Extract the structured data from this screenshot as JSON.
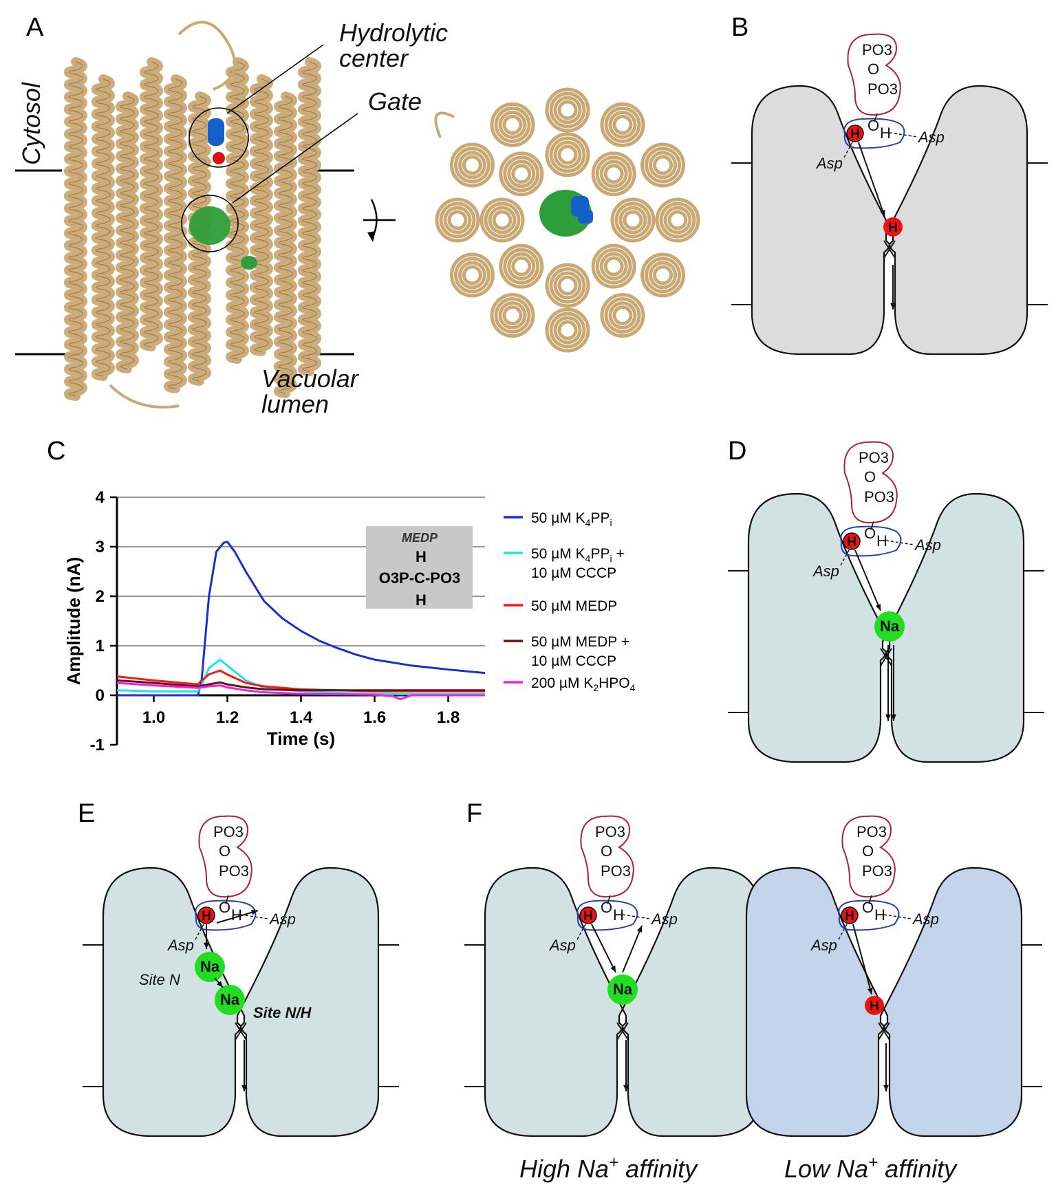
{
  "panels": {
    "A": {
      "label": "A",
      "cytosol": "Cytosol",
      "hydrolytic_line1": "Hydrolytic",
      "hydrolytic_line2": "center",
      "gate": "Gate",
      "vacuolar_line1": "Vacuolar",
      "vacuolar_line2": "lumen"
    },
    "B": {
      "label": "B"
    },
    "C": {
      "label": "C"
    },
    "D": {
      "label": "D"
    },
    "E": {
      "label": "E",
      "site_n": "Site N",
      "site_nh": "Site N/H"
    },
    "F": {
      "label": "F",
      "left_caption_pre": "High Na",
      "right_caption_pre": "Low Na",
      "caption_sup": "+",
      "caption_post": " affinity"
    }
  },
  "labels": {
    "po3": "PO3",
    "o": "O",
    "h": "H",
    "oh_o": "O",
    "asp": "Asp",
    "na": "Na"
  },
  "colors": {
    "channel_gray": "#dcdcdc",
    "channel_teal": "#d2e2e2",
    "channel_blue": "#c4d4ea",
    "ppi_outline": "#b0203a",
    "oh_outline": "#2a3fb0",
    "proton_red": "#ee1111",
    "sodium_green": "#22dd22",
    "protein_tan": "#c9a873",
    "ligand_blue": "#1560c8",
    "gate_green": "#2e9e3a"
  },
  "chart_data": {
    "type": "line",
    "xlabel": "Time (s)",
    "ylabel": "Amplitude (nA)",
    "xlim": [
      0.9,
      1.9
    ],
    "ylim": [
      -1,
      4
    ],
    "xticks": [
      "1.0",
      "1.2",
      "1.4",
      "1.6",
      "1.8"
    ],
    "xtick_values": [
      1.0,
      1.2,
      1.4,
      1.6,
      1.8
    ],
    "yticks": [
      "4",
      "3",
      "2",
      "1",
      "0",
      "-1"
    ],
    "ytick_values": [
      4,
      3,
      2,
      1,
      0,
      -1
    ],
    "grid": "horizontal",
    "legend_position": "right",
    "inset": {
      "title": "MEDP",
      "top": "H",
      "middle": "O3P-C-PO3",
      "bottom": "H"
    },
    "series": [
      {
        "name_pre": "50 µM K",
        "name_sub1": "4",
        "name_mid": "PP",
        "name_sub2": "i",
        "name_line2": "",
        "color": "#1a2fd0",
        "x": [
          0.9,
          1.12,
          1.13,
          1.15,
          1.17,
          1.19,
          1.2,
          1.22,
          1.25,
          1.3,
          1.35,
          1.4,
          1.45,
          1.5,
          1.55,
          1.6,
          1.7,
          1.8,
          1.9
        ],
        "y": [
          0.0,
          0.0,
          0.3,
          2.0,
          2.9,
          3.08,
          3.1,
          2.9,
          2.5,
          1.9,
          1.55,
          1.3,
          1.1,
          0.95,
          0.82,
          0.72,
          0.6,
          0.52,
          0.45
        ]
      },
      {
        "name_pre": "50 µM K",
        "name_sub1": "4",
        "name_mid": "PP",
        "name_sub2": "i",
        "name_mid2": " +",
        "name_line2": "10 µM CCCP",
        "color": "#22e0ee",
        "x": [
          0.9,
          1.0,
          1.12,
          1.13,
          1.15,
          1.18,
          1.2,
          1.25,
          1.3,
          1.4,
          1.5,
          1.6,
          1.7,
          1.8,
          1.9
        ],
        "y": [
          0.1,
          0.08,
          0.08,
          0.2,
          0.55,
          0.72,
          0.6,
          0.3,
          0.15,
          0.08,
          0.05,
          0.03,
          0.02,
          0.02,
          0.02
        ]
      },
      {
        "name_pre": "50 µM MEDP",
        "name_sub1": "",
        "name_mid": "",
        "name_sub2": "",
        "name_line2": "",
        "color": "#ee1c1c",
        "x": [
          0.9,
          1.0,
          1.12,
          1.13,
          1.15,
          1.18,
          1.2,
          1.25,
          1.3,
          1.4,
          1.5,
          1.6,
          1.7,
          1.8,
          1.9
        ],
        "y": [
          0.38,
          0.3,
          0.22,
          0.3,
          0.42,
          0.5,
          0.42,
          0.25,
          0.18,
          0.12,
          0.1,
          0.08,
          0.08,
          0.08,
          0.08
        ]
      },
      {
        "name_pre": "50 µM MEDP +",
        "name_sub1": "",
        "name_mid": "",
        "name_sub2": "",
        "name_line2": "10 µM CCCP",
        "color": "#6a1010",
        "x": [
          0.9,
          1.0,
          1.12,
          1.15,
          1.18,
          1.2,
          1.25,
          1.3,
          1.4,
          1.5,
          1.6,
          1.7,
          1.8,
          1.9
        ],
        "y": [
          0.3,
          0.25,
          0.18,
          0.22,
          0.26,
          0.22,
          0.16,
          0.12,
          0.1,
          0.1,
          0.1,
          0.1,
          0.1,
          0.1
        ]
      },
      {
        "name_pre": "200 µM K",
        "name_sub1": "2",
        "name_mid": "HPO",
        "name_sub2": "4",
        "name_line2": "",
        "color": "#ee22dd",
        "x": [
          0.9,
          1.0,
          1.12,
          1.15,
          1.18,
          1.2,
          1.25,
          1.3,
          1.4,
          1.5,
          1.6,
          1.65,
          1.67,
          1.7,
          1.8,
          1.9
        ],
        "y": [
          0.25,
          0.2,
          0.15,
          0.18,
          0.2,
          0.16,
          0.1,
          0.06,
          0.03,
          0.02,
          0.01,
          -0.02,
          -0.08,
          0.0,
          0.0,
          0.0
        ]
      }
    ]
  }
}
